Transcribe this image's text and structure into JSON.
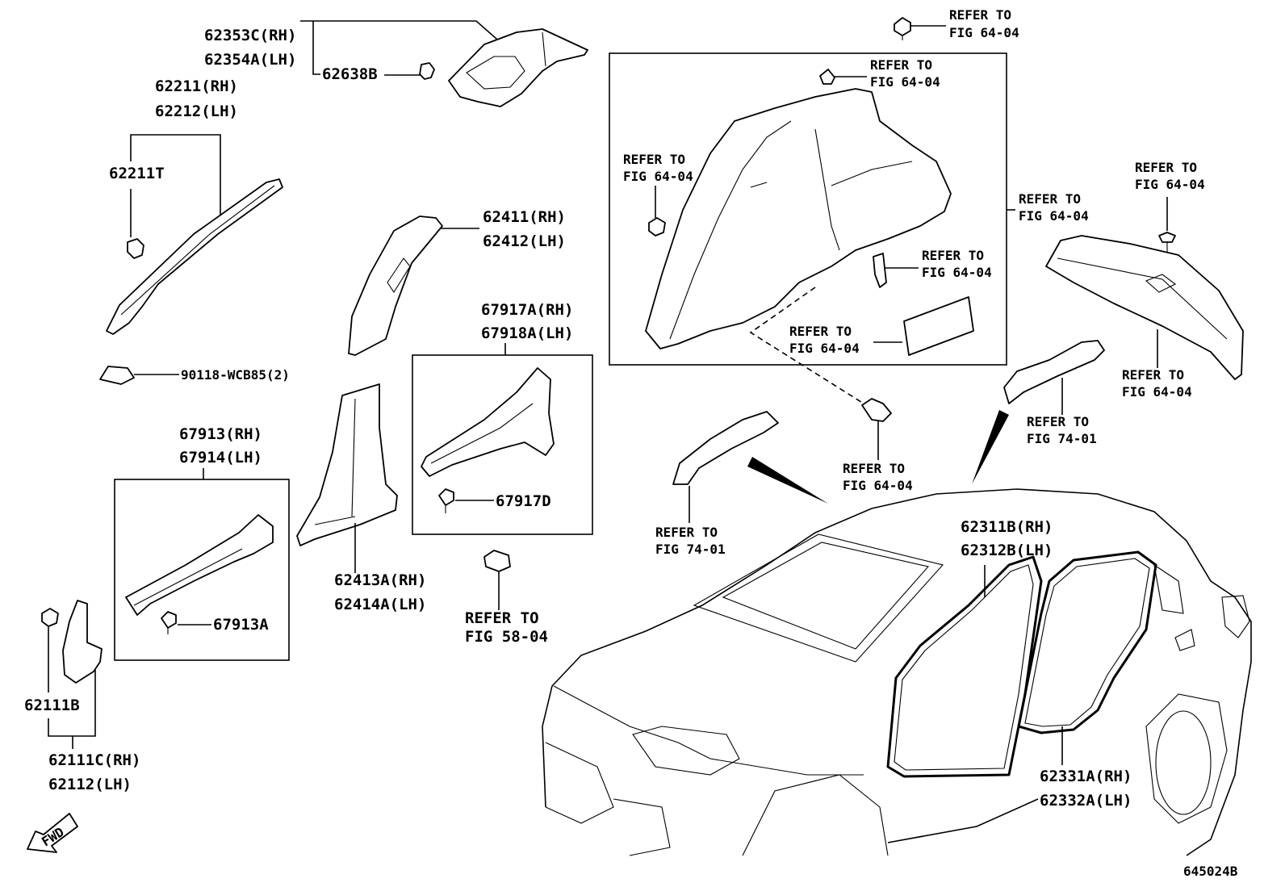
{
  "labels": {
    "p62353c": "62353C(RH)",
    "p62354a": "62354A(LH)",
    "p62638b": "62638B",
    "p62211": "62211(RH)",
    "p62212": "62212(LH)",
    "p62211t": "62211T",
    "p90118": "90118-WCB85(2)",
    "p62411": "62411(RH)",
    "p62412": "62412(LH)",
    "p67917a": "67917A(RH)",
    "p67918a": "67918A(LH)",
    "p67917d": "67917D",
    "p67913": "67913(RH)",
    "p67914": "67914(LH)",
    "p67913a": "67913A",
    "p62413a": "62413A(RH)",
    "p62414a": "62414A(LH)",
    "p62111b": "62111B",
    "p62111c": "62111C(RH)",
    "p62112": "62112(LH)",
    "p62311b": "62311B(RH)",
    "p62312b": "62312B(LH)",
    "p62331a": "62331A(RH)",
    "p62332a": "62332A(LH)",
    "fwd": "FWD",
    "diagram_id": "645024B"
  },
  "refers": {
    "refer_to": "REFER TO",
    "fig_64_04": "FIG 64-04",
    "fig_74_01": "FIG 74-01",
    "fig_58_04": "FIG 58-04"
  }
}
